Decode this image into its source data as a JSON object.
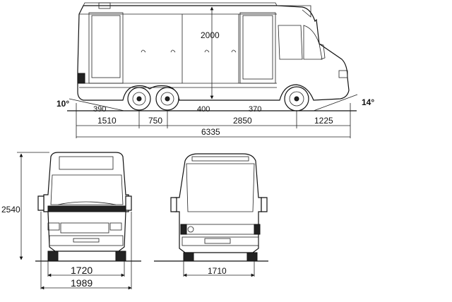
{
  "side_view": {
    "height": "2000",
    "approach_angle_rear": "10°",
    "approach_angle_front": "14°",
    "overhang_rear": "390",
    "clearance_mid": "400",
    "clearance_front": "370",
    "seg_1": "1510",
    "seg_2": "750",
    "seg_3": "2850",
    "seg_4": "1225",
    "total_length": "6335"
  },
  "front_view": {
    "height": "2540",
    "track": "1720",
    "width": "1989"
  },
  "rear_view": {
    "track": "1710"
  }
}
